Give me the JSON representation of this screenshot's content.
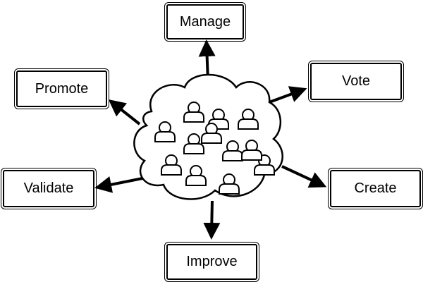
{
  "nodes": {
    "manage": "Manage",
    "vote": "Vote",
    "promote": "Promote",
    "validate": "Validate",
    "create": "Create",
    "improve": "Improve"
  },
  "crowd": {
    "shape": "cloud",
    "person_icon_count": 12
  }
}
